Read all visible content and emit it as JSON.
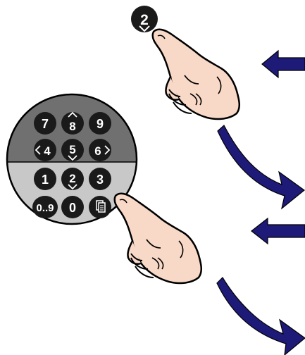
{
  "step_key": {
    "label": "2",
    "icon": "chevron-down-icon"
  },
  "keypad": {
    "upper_panel_color": "#707070",
    "lower_panel_color": "#c8c8c8",
    "key_color": "#1a1a1a",
    "keys": [
      {
        "label": "7",
        "icon": ""
      },
      {
        "label": "8",
        "icon": "chevron-up-icon"
      },
      {
        "label": "9",
        "icon": ""
      },
      {
        "label": "4",
        "icon": "chevron-left-icon"
      },
      {
        "label": "5",
        "icon": "chevron-down-icon"
      },
      {
        "label": "6",
        "icon": "chevron-right-icon"
      },
      {
        "label": "1",
        "icon": ""
      },
      {
        "label": "2",
        "icon": "chevron-down-icon"
      },
      {
        "label": "3",
        "icon": ""
      },
      {
        "label": "0..9",
        "icon": ""
      },
      {
        "label": "0",
        "icon": ""
      },
      {
        "label": "",
        "icon": "documents-icon"
      }
    ]
  },
  "colors": {
    "arrow": "#1e1a78",
    "hand_fill": "#f8d8c6",
    "hand_outline": "#000000"
  }
}
